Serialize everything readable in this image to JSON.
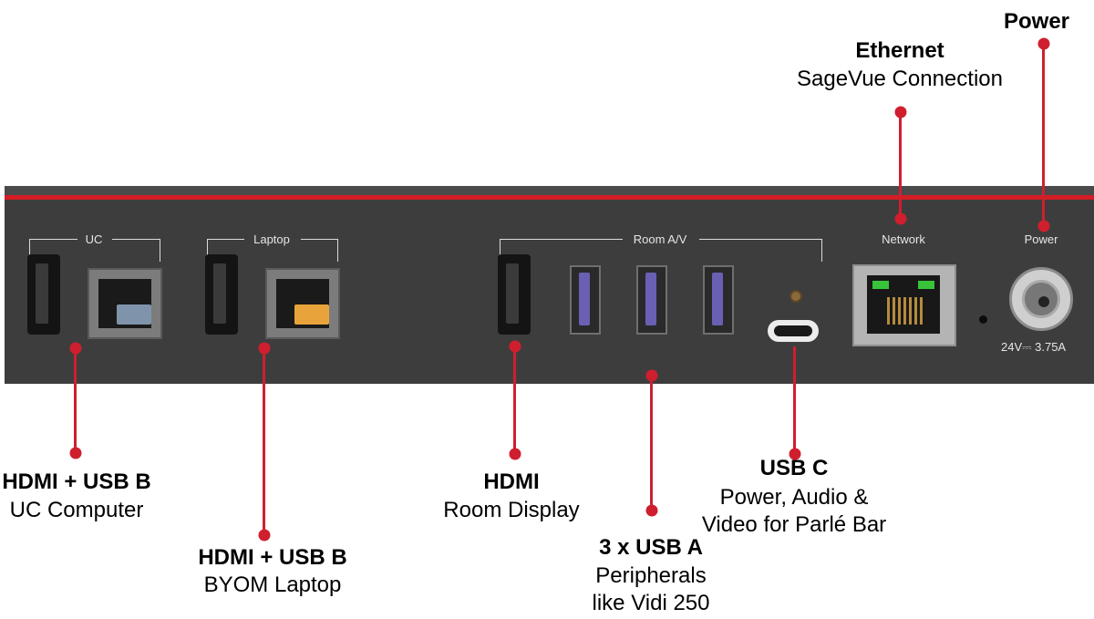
{
  "panel": {
    "groups": {
      "uc": "UC",
      "laptop": "Laptop",
      "room_av": "Room A/V",
      "network": "Network",
      "power": "Power"
    },
    "power_spec": "24V⎓ 3.75A"
  },
  "callouts": {
    "power": {
      "title": "Power"
    },
    "ethernet": {
      "title": "Ethernet",
      "subtitle": "SageVue Connection"
    },
    "uc": {
      "title": "HDMI + USB B",
      "subtitle": "UC Computer"
    },
    "byom": {
      "title": "HDMI + USB B",
      "subtitle": "BYOM Laptop"
    },
    "hdmi": {
      "title": "HDMI",
      "subtitle": "Room Display"
    },
    "usba": {
      "title": "3 x USB A",
      "line1": "Peripherals",
      "line2": "like Vidi 250"
    },
    "usbc": {
      "title": "USB C",
      "line1": "Power, Audio &",
      "line2": "Video for Parlé Bar"
    }
  },
  "colors": {
    "accent_red": "#cf1f2e",
    "panel": "#3e3d3d",
    "usb_a": "#6960b4",
    "usb_b_uc": "#7f94ab",
    "usb_b_laptop": "#e8a43a",
    "ethernet_led": "#38c43a"
  }
}
